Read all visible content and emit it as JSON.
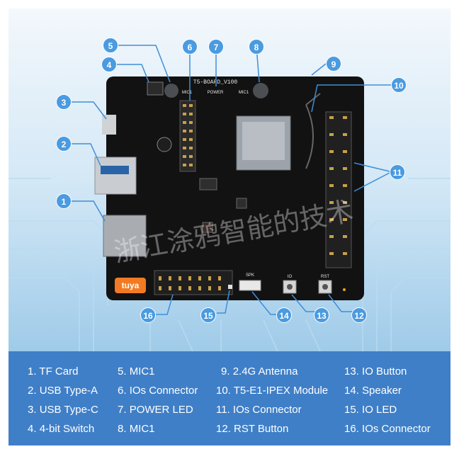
{
  "board": {
    "silk_title": "T5-BOARD_V100",
    "silk_power": "POWER",
    "silk_mic1": "MIC1",
    "silk_mic2": "MIC1",
    "silk_spk": "SPK",
    "silk_rst": "RST",
    "silk_io": "IO",
    "logo": "tuya"
  },
  "watermark": "浙江涂鸦智能的技术",
  "callouts": [
    "1",
    "2",
    "3",
    "4",
    "5",
    "6",
    "7",
    "8",
    "9",
    "10",
    "11",
    "12",
    "13",
    "14",
    "15",
    "16"
  ],
  "legend": [
    {
      "num": "1.",
      "label": "TF Card"
    },
    {
      "num": "2.",
      "label": "USB Type-A"
    },
    {
      "num": "3.",
      "label": "USB Type-C"
    },
    {
      "num": "4.",
      "label": "4-bit Switch"
    },
    {
      "num": "5.",
      "label": "MIC1"
    },
    {
      "num": "6.",
      "label": "IOs Connector"
    },
    {
      "num": "7.",
      "label": "POWER LED"
    },
    {
      "num": "8.",
      "label": "MIC1"
    },
    {
      "num": "9.",
      "label": "2.4G Antenna"
    },
    {
      "num": "10.",
      "label": "T5-E1-IPEX Module"
    },
    {
      "num": "11.",
      "label": "IOs Connector"
    },
    {
      "num": "12.",
      "label": "RST Button"
    },
    {
      "num": "13.",
      "label": "IO Button"
    },
    {
      "num": "14.",
      "label": "Speaker"
    },
    {
      "num": "15.",
      "label": "IO LED"
    },
    {
      "num": "16.",
      "label": "IOs Connector"
    }
  ],
  "colors": {
    "accent": "#4a9be0",
    "legend_bg": "#3f7fc8",
    "board": "#111111"
  }
}
